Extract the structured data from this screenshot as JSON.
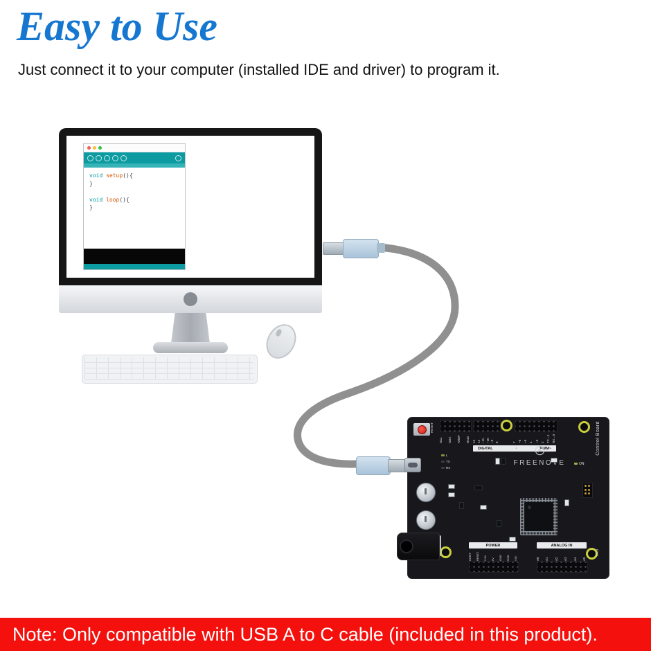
{
  "header": {
    "title": "Easy to Use",
    "subtitle": "Just connect it to your computer (installed IDE and driver) to program it."
  },
  "note": {
    "text": "Note: Only compatible with USB A to C cable (included in this product)."
  },
  "ide": {
    "window_controls": [
      "close",
      "minimize",
      "zoom"
    ],
    "toolbar_icons": [
      "verify",
      "upload",
      "new-sketch",
      "open",
      "save",
      "serial-monitor"
    ],
    "code": {
      "l1_keyword": "void ",
      "l1_function": "setup",
      "l1_rest": "(){",
      "l2": "}",
      "l3_keyword": "void ",
      "l3_function": "loop",
      "l3_rest": "(){",
      "l4": "}"
    }
  },
  "board": {
    "brand": "FREENOVE",
    "side_label": "Control Board",
    "version": "V4.0",
    "reset_label": "RESET",
    "digital_header": "DIGITAL",
    "digital_sep": "·",
    "pwm_header": "PWM~",
    "power_header": "POWER",
    "analog_header": "ANALOG IN",
    "led_l": "L",
    "led_tx": "TX",
    "led_rx": "RX",
    "led_on": "ON",
    "comm_pins": [
      "SCL",
      "SDA",
      "AREF",
      "GND"
    ],
    "digital_pins_a": [
      "13",
      "12",
      "~11",
      "~10",
      "~9",
      "8"
    ],
    "digital_pins_b": [
      "7",
      "~6",
      "~5",
      "4",
      "~3",
      "2",
      "TX→1",
      "RX←0"
    ],
    "power_pins": [
      "IOREF",
      "RESET",
      "3.3V",
      "5V",
      "GND",
      "GND",
      "VIN"
    ],
    "analog_pins": [
      "A0",
      "A1",
      "A2",
      "A3",
      "A4",
      "A5"
    ]
  },
  "colors": {
    "title_blue": "#1577d0",
    "note_red": "#f3100d",
    "ide_teal": "#0b9ba0",
    "board_black": "#17171c",
    "cable_gray": "#909090",
    "usb_blue": "#bad0e2"
  }
}
